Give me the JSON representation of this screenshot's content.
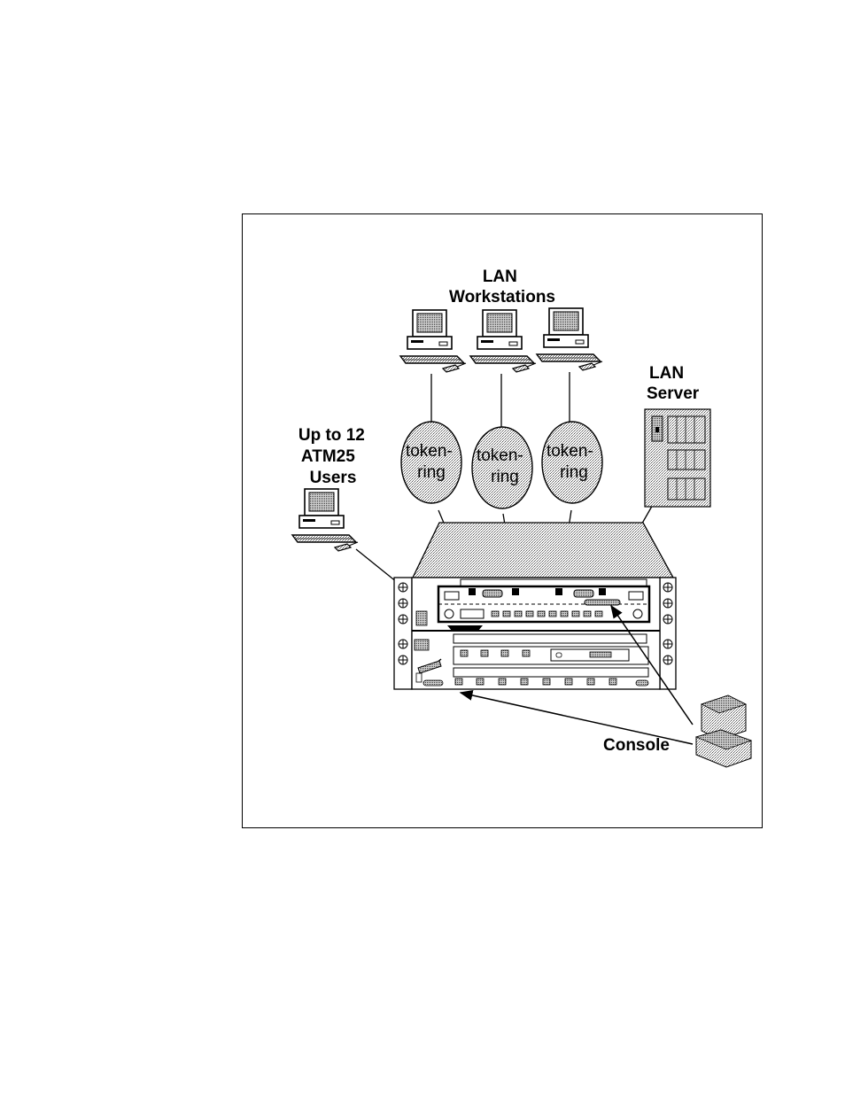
{
  "labels": {
    "lan_workstations": [
      "LAN",
      "Workstations"
    ],
    "lan_server": [
      "LAN",
      "Server"
    ],
    "atm_users": [
      "Up to 12",
      "ATM25",
      "Users"
    ],
    "console": "Console"
  },
  "token_rings": [
    [
      "token-",
      "ring"
    ],
    [
      "token-",
      "ring"
    ],
    [
      "token-",
      "ring"
    ]
  ],
  "colors": {
    "stroke": "#000000",
    "dither": "#bdbdbd",
    "background": "#ffffff"
  }
}
